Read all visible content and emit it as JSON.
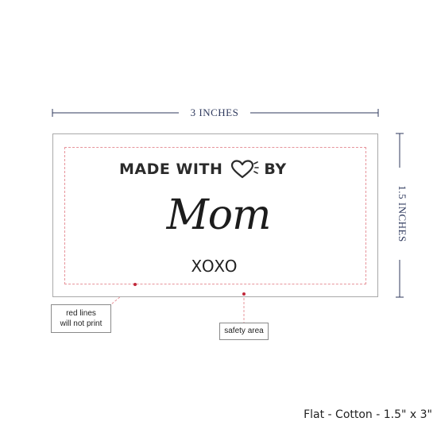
{
  "dimensions": {
    "width_label": "3 INCHES",
    "height_label": "1.5 INCHES",
    "line_color": "#2f3a5e"
  },
  "label": {
    "line1_before": "MADE WITH",
    "line1_after": "BY",
    "heart_icon": "heart-icon",
    "name": "Mom",
    "signoff": "XOXO"
  },
  "annotations": {
    "red_lines_note": [
      "red lines",
      "will not print"
    ],
    "safety_note": "safety area",
    "accent_color": "#e7949b",
    "dot_color": "#c0283a"
  },
  "caption": "Flat - Cotton - 1.5\" x 3\""
}
